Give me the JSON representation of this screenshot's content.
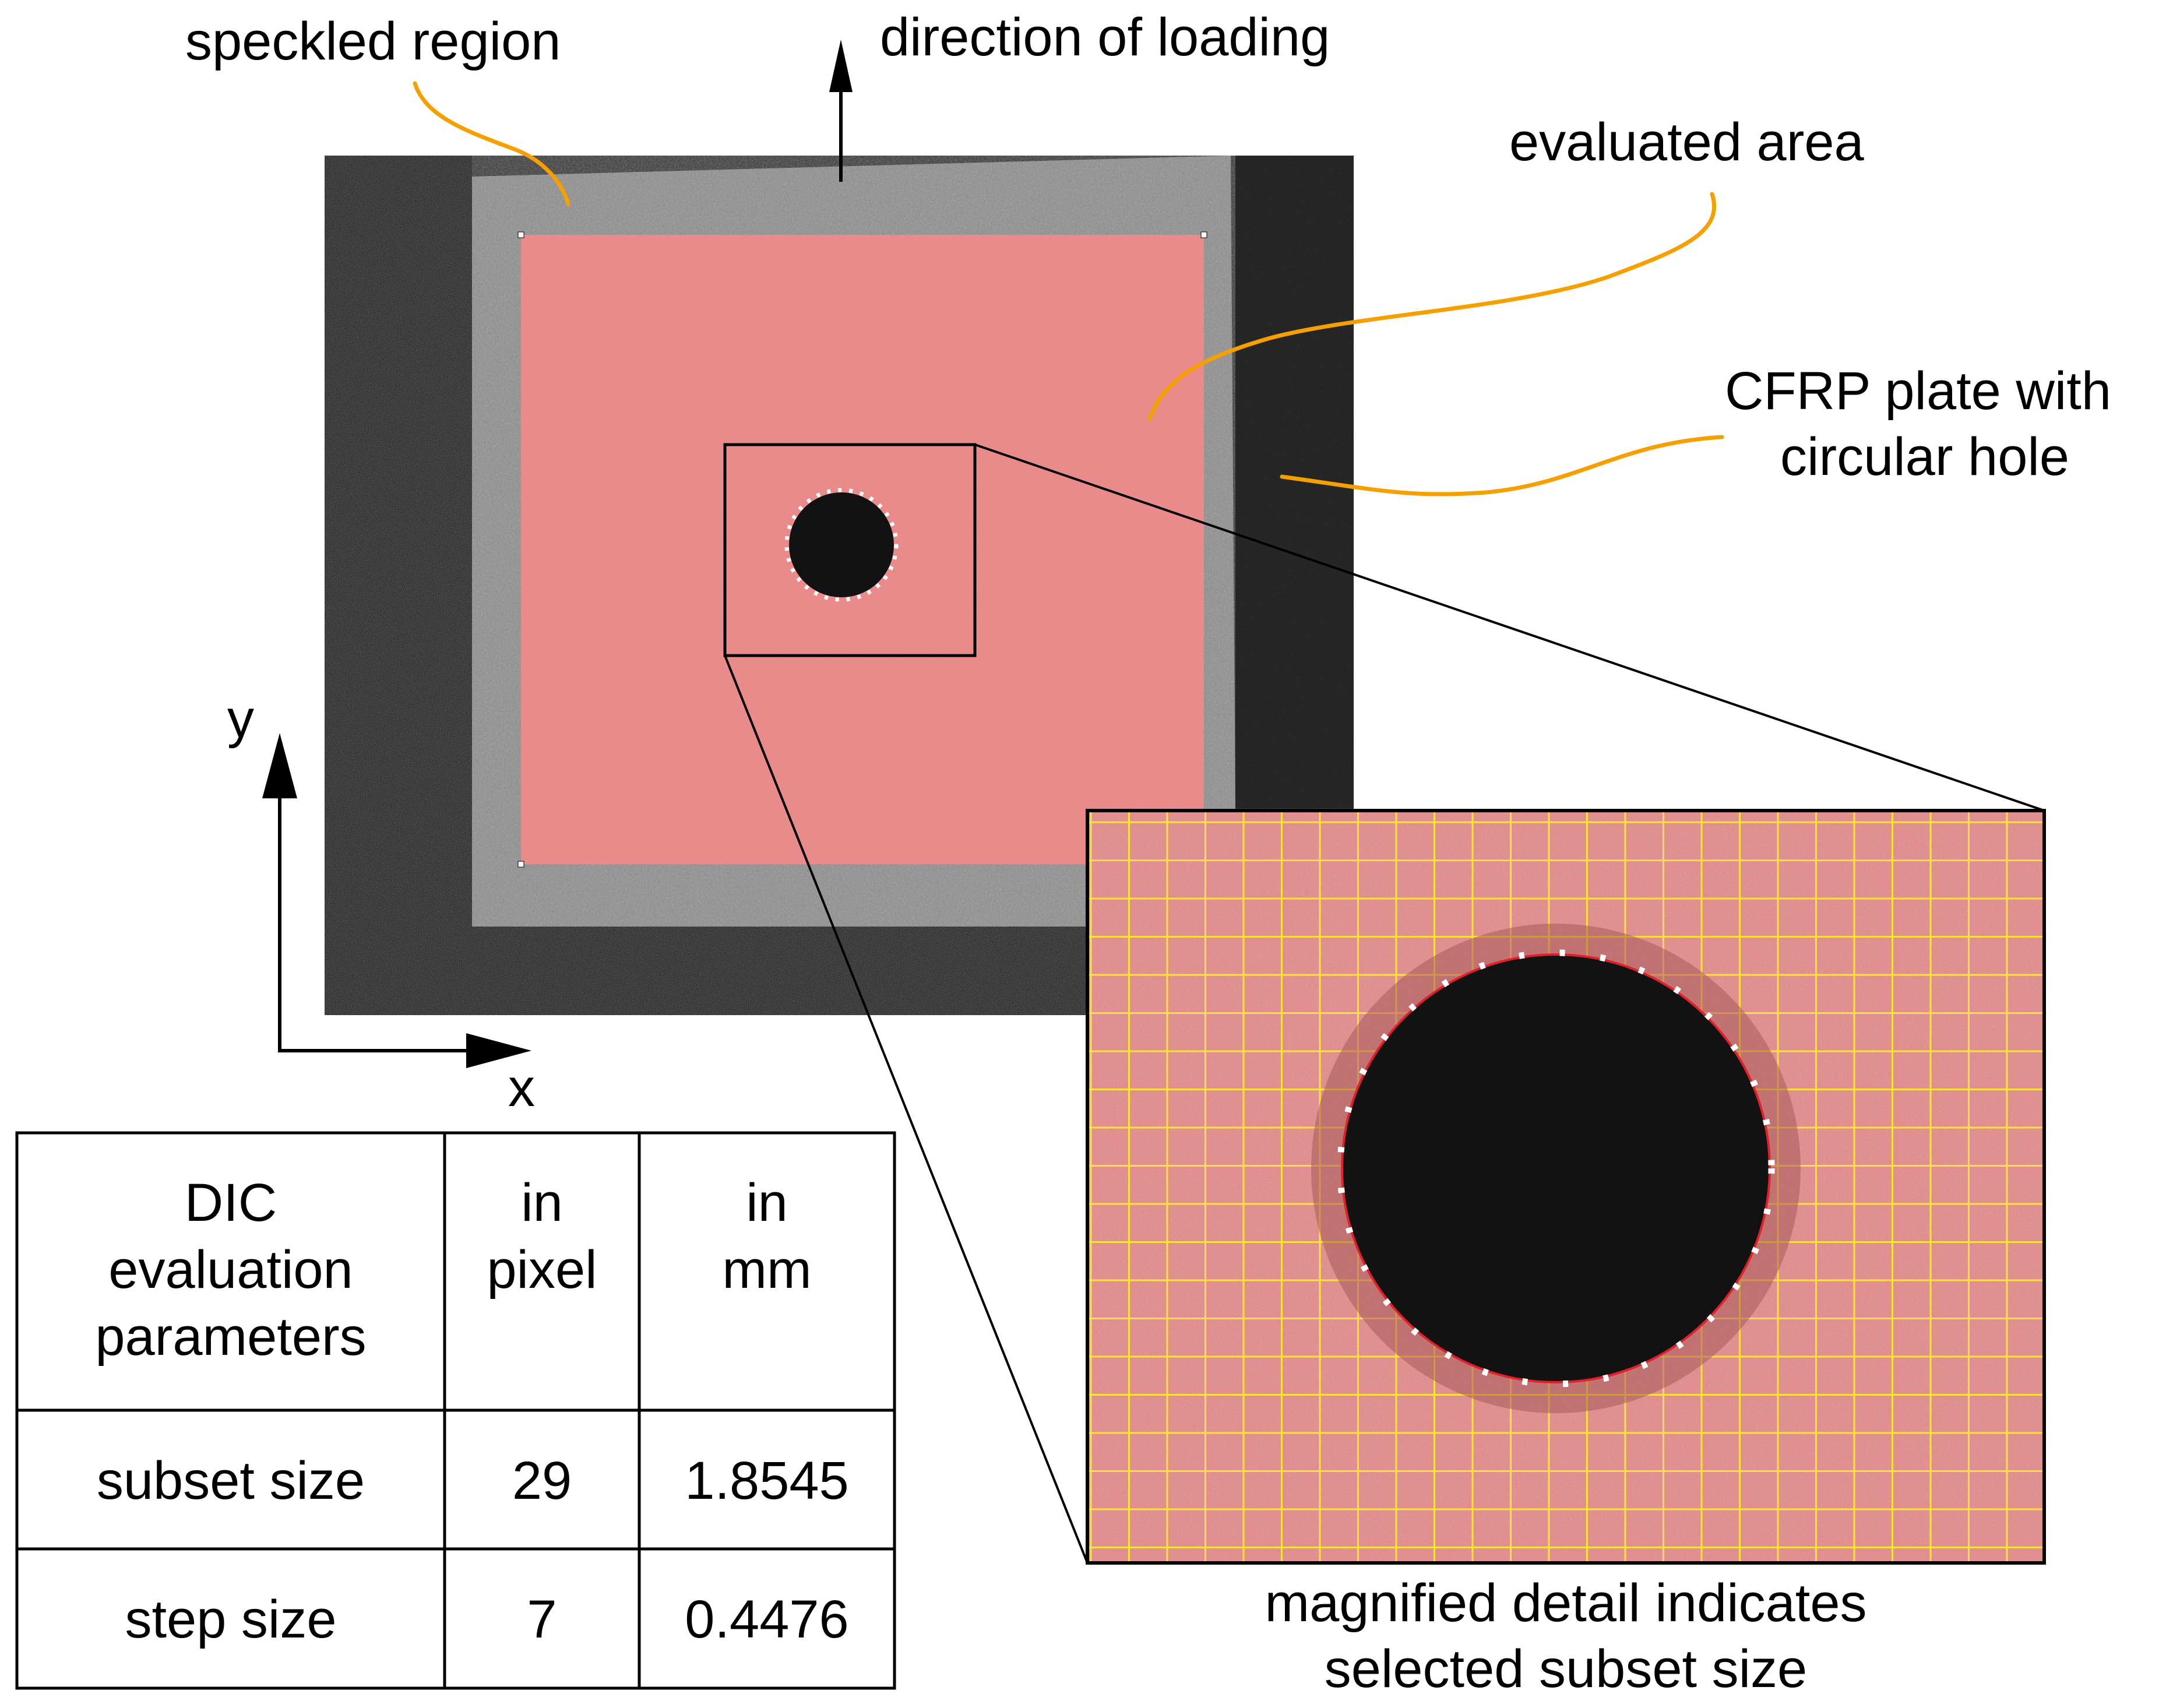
{
  "labels": {
    "speckled_region": "speckled region",
    "direction_of_loading": "direction of loading",
    "evaluated_area": "evaluated area",
    "cfrp_line1": "CFRP plate with",
    "cfrp_line2": "circular hole",
    "axis_x": "x",
    "axis_y": "y",
    "magnified_line1": "magnified detail indicates",
    "magnified_line2": "selected subset size"
  },
  "table": {
    "header": {
      "col1": [
        "DIC",
        "evaluation",
        "parameters"
      ],
      "col2": [
        "in",
        "pixel"
      ],
      "col3": [
        "in",
        "mm"
      ]
    },
    "rows": [
      {
        "name": "subset size",
        "pixel": "29",
        "mm": "1.8545"
      },
      {
        "name": "step size",
        "pixel": "7",
        "mm": "0.4476"
      }
    ]
  },
  "colors": {
    "leader": "#f5a000",
    "overlay": "#f08a8a",
    "grid": "#ffe23a",
    "hole_outline": "#e0202a",
    "specimen_dark": "#121212",
    "specimen_light": "#8d8d8d"
  }
}
